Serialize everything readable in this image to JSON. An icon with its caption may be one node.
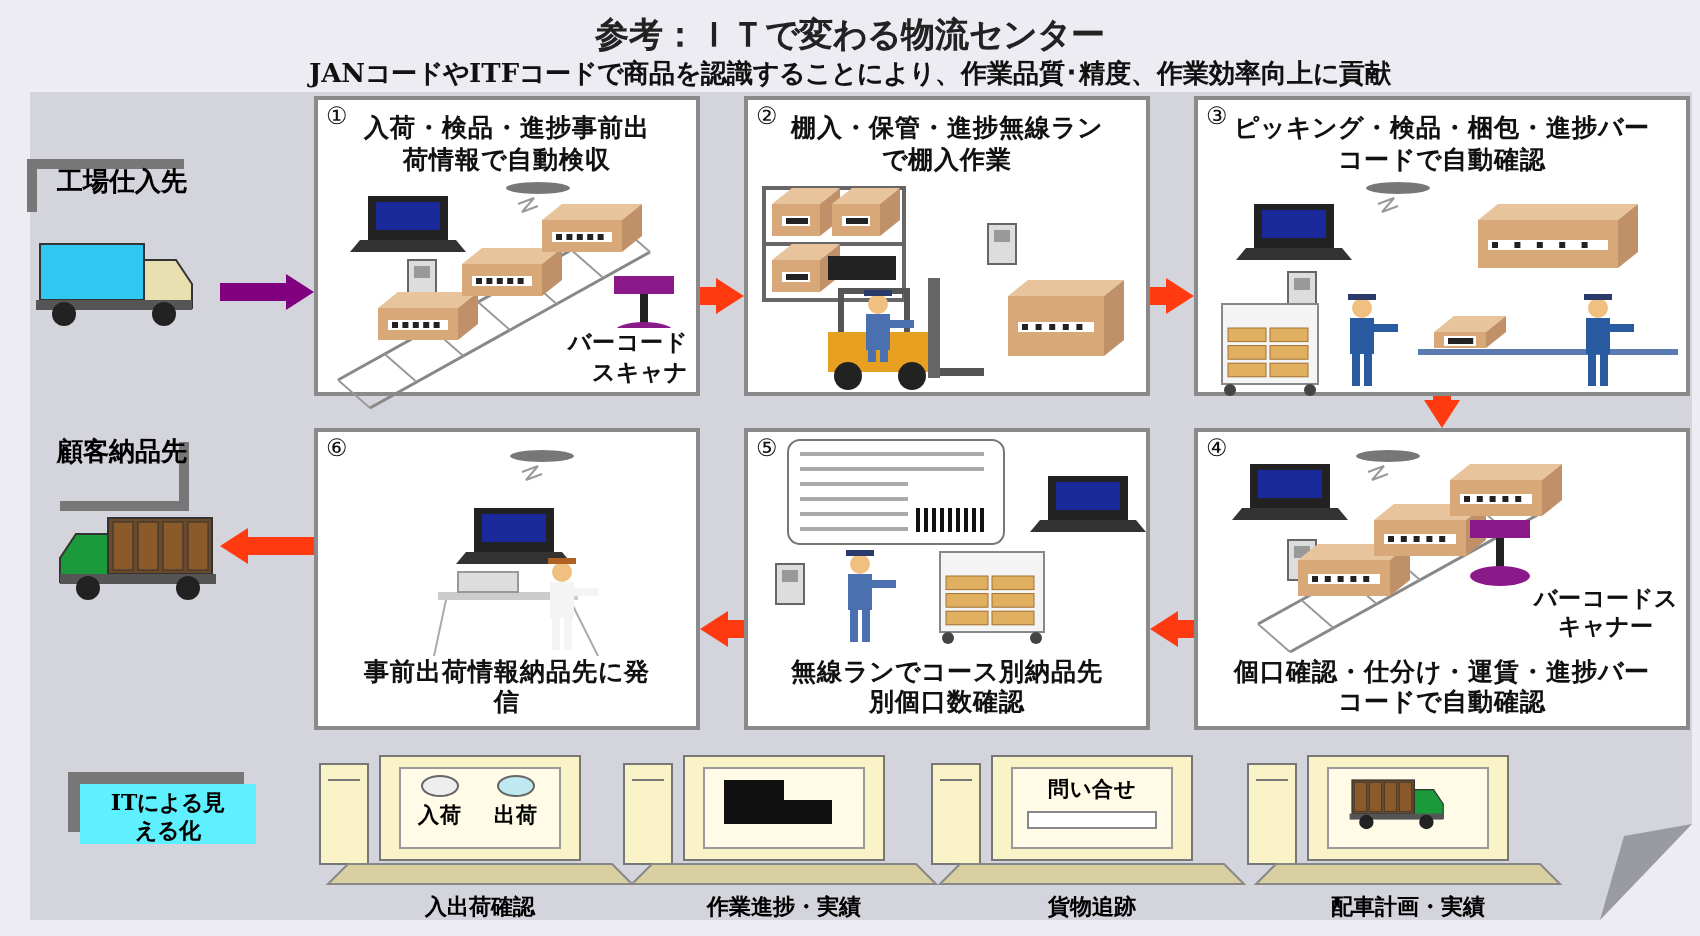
{
  "diagram": {
    "title": "参考：ＩＴで変わる物流センター",
    "nodes": [
      {
        "text": [
          "工場仕入先"
        ]
      },
      {
        "text": [
          "①",
          "入荷・検品・進捗事前出荷情報で自動検収",
          "バーコードスキャナ"
        ]
      },
      {
        "text": [
          "②",
          "棚入・保管・進捗無線ランで棚入作業"
        ]
      },
      {
        "text": [
          "③",
          "ピッキング・検品・梱包・進捗バーコードで自動確認"
        ]
      },
      {
        "text": [
          "④",
          "バーコードスキャナー",
          "個口確認・仕分け・運賃・進捗バーコードで自動確認"
        ]
      },
      {
        "text": [
          "⑤",
          "無線ランでコース別納品先別個口数確認"
        ]
      },
      {
        "text": [
          "⑥",
          "事前出荷情報納品先に発信"
        ]
      },
      {
        "text": [
          "顧客納品先"
        ]
      },
      {
        "text": [
          "ITによる見える化"
        ]
      }
    ],
    "edges": [
      {
        "from": 0,
        "to": 1,
        "arrow": "to",
        "color": "#800080"
      },
      {
        "from": 1,
        "to": 2,
        "arrow": "to"
      },
      {
        "from": 2,
        "to": 3,
        "arrow": "to"
      },
      {
        "from": 3,
        "to": 4,
        "arrow": "to"
      },
      {
        "from": 4,
        "to": 5,
        "arrow": "to"
      },
      {
        "from": 5,
        "to": 6,
        "arrow": "to"
      },
      {
        "from": 6,
        "to": 7,
        "arrow": "to"
      }
    ],
    "labels": [
      "JANコードやITFコードで商品を認識することにより、作業品質･精度、作業効率向上に貢献",
      "入荷",
      "出荷",
      "問い合せ",
      "入出荷確認",
      "作業進捗・実績",
      "貨物追跡",
      "配車計画・実績"
    ]
  }
}
